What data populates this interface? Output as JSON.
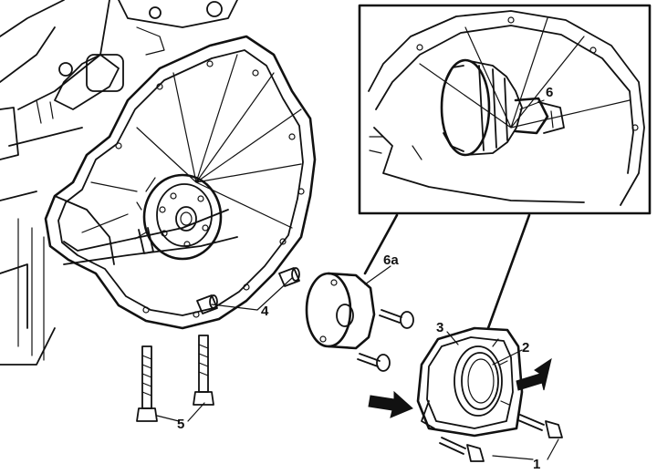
{
  "callouts": {
    "c1": "1",
    "c2": "2",
    "c3": "3",
    "c4": "4",
    "c5": "5",
    "c6": "6",
    "c6a": "6a"
  },
  "colors": {
    "ink": "#111111",
    "paper": "#ffffff"
  }
}
